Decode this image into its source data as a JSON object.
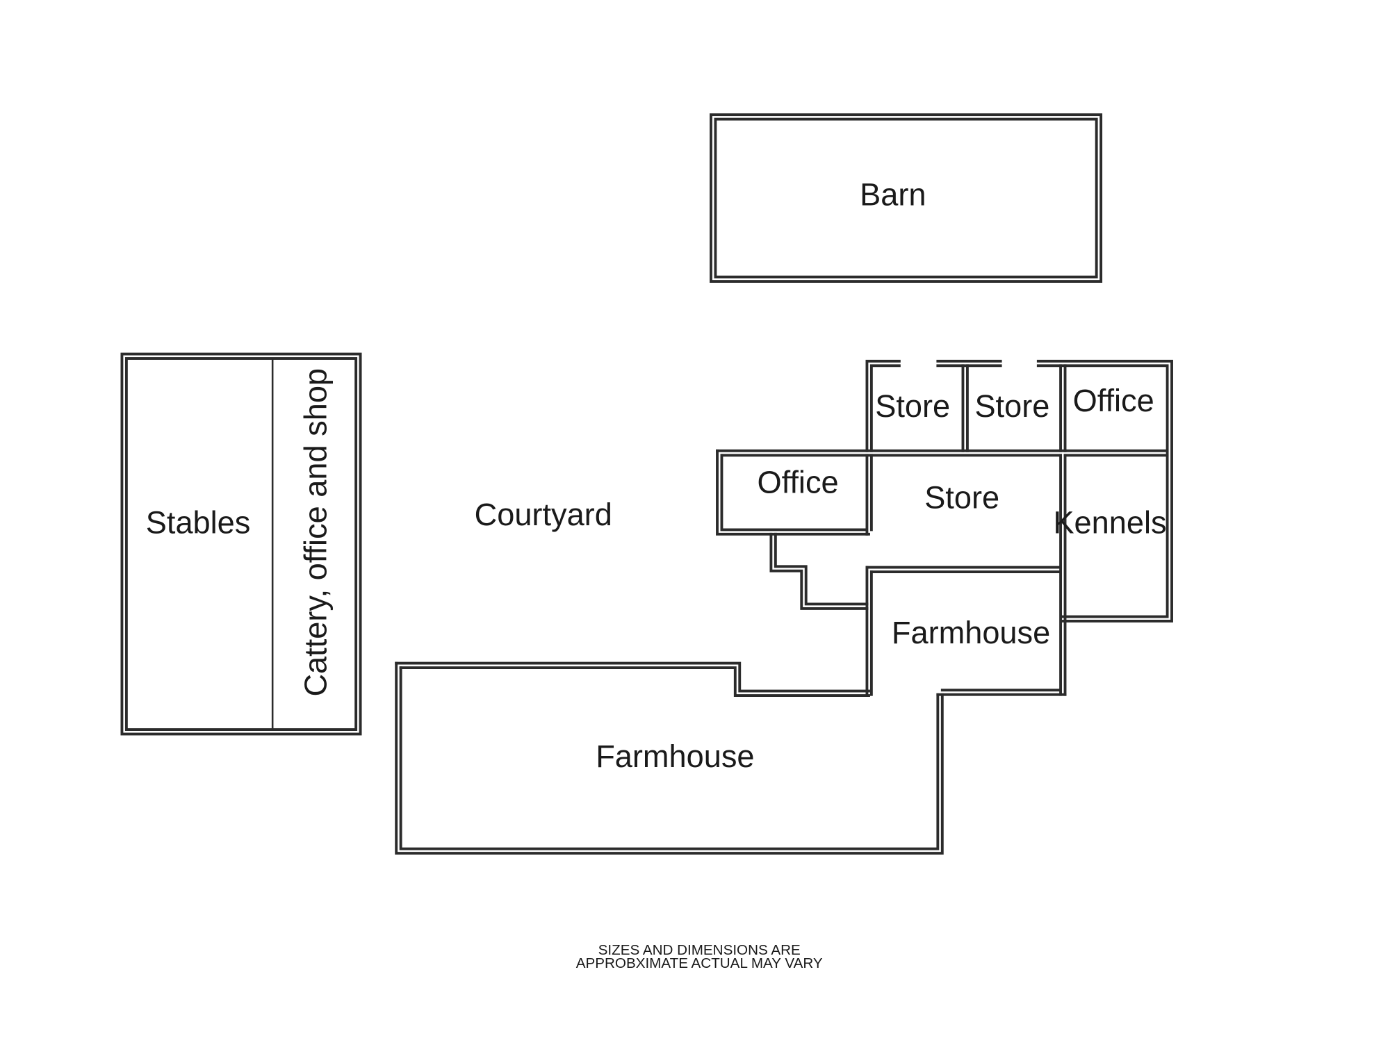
{
  "rooms": {
    "barn": "Barn",
    "stables": "Stables",
    "cattery": "Cattery, office and shop",
    "courtyard": "Courtyard",
    "store_top_left": "Store",
    "store_top_mid": "Store",
    "office_top_right": "Office",
    "office_mid": "Office",
    "store_mid": "Store",
    "kennels": "Kennels",
    "farmhouse_upper": "Farmhouse",
    "farmhouse_lower": "Farmhouse"
  },
  "note": {
    "line1": "SIZES AND DIMENSIONS ARE",
    "line2": "APPROBXIMATE ACTUAL MAY VARY"
  }
}
